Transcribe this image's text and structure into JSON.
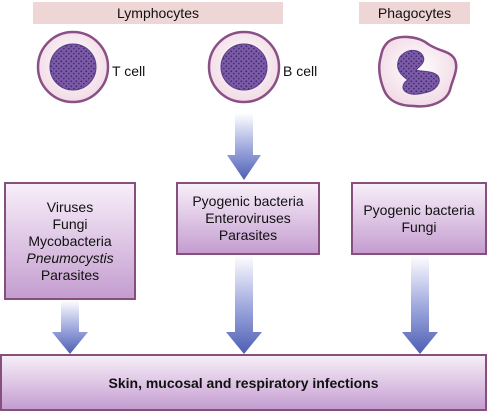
{
  "headers": {
    "lymphocytes": "Lymphocytes",
    "phagocytes": "Phagocytes"
  },
  "cells": {
    "t_cell": "T cell",
    "b_cell": "B cell"
  },
  "boxes": {
    "t_cell": {
      "line1": "Viruses",
      "line2": "Fungi",
      "line3": "Mycobacteria",
      "line4": "Pneumocystis",
      "line5": "Parasites"
    },
    "b_cell": {
      "line1": "Pyogenic bacteria",
      "line2": "Enteroviruses",
      "line3": "Parasites"
    },
    "phagocytes": {
      "line1": "Pyogenic bacteria",
      "line2": "Fungi"
    }
  },
  "outcome": "Skin, mucosal and respiratory infections",
  "colors": {
    "header_fill": "#eed6d6",
    "cell_membrane": "#8a4f86",
    "cell_cytoplasm": "#f7e6ee",
    "nucleus": "#6e4a9c",
    "box_border": "#86507c",
    "arrow": "#5566b8"
  }
}
